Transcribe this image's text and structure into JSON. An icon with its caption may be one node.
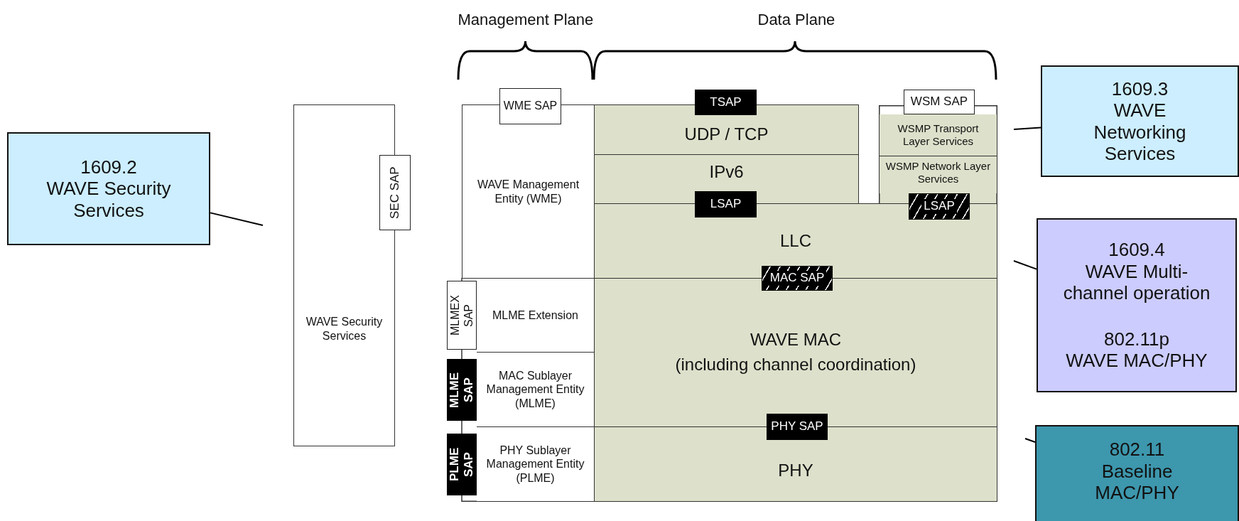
{
  "diagram": {
    "nodes": [
      {
        "text": [
          "1609.2",
          "WAVE Security Services"
        ]
      },
      {
        "text": [
          "WAVE Security Services"
        ]
      },
      {
        "text": [
          "SEC SAP"
        ]
      },
      {
        "text": [
          "WME SAP"
        ]
      },
      {
        "text": [
          "WAVE Management Entity (WME)"
        ]
      },
      {
        "text": [
          "TSAP"
        ]
      },
      {
        "text": [
          "UDP / TCP"
        ]
      },
      {
        "text": [
          "WSM SAP"
        ]
      },
      {
        "text": [
          "WSMP Transport Layer Services"
        ]
      },
      {
        "text": [
          "IPv6"
        ]
      },
      {
        "text": [
          "WSMP Network Layer Services"
        ]
      },
      {
        "text": [
          "LSAP"
        ]
      },
      {
        "text": [
          "LSAP"
        ]
      },
      {
        "text": [
          "LLC"
        ]
      },
      {
        "text": [
          "MAC SAP"
        ]
      },
      {
        "text": [
          "MLMEX SAP"
        ]
      },
      {
        "text": [
          "MLME Extension"
        ]
      },
      {
        "text": [
          "WAVE MAC",
          "(including channel coordination)"
        ]
      },
      {
        "text": [
          "MLME SAP"
        ]
      },
      {
        "text": [
          "MAC Sublayer Management Entity (MLME)"
        ]
      },
      {
        "text": [
          "PHY SAP"
        ]
      },
      {
        "text": [
          "PLME SAP"
        ]
      },
      {
        "text": [
          "PHY Sublayer Management Entity (PLME)"
        ]
      },
      {
        "text": [
          "PHY"
        ]
      },
      {
        "text": [
          "1609.3",
          "WAVE Networking Services"
        ]
      },
      {
        "text": [
          "1609.4",
          "WAVE Multi-channel operation",
          "802.11p",
          "WAVE MAC/PHY"
        ]
      },
      {
        "text": [
          "802.11",
          "Baseline MAC/PHY"
        ]
      }
    ],
    "edges": [
      {
        "from": 0,
        "to": null,
        "arrow": "none"
      },
      {
        "from": 24,
        "to": null,
        "arrow": "none"
      },
      {
        "from": 25,
        "to": null,
        "arrow": "none"
      },
      {
        "from": 26,
        "to": null,
        "arrow": "none"
      }
    ],
    "labels": [
      "Management Plane",
      "Data Plane"
    ]
  }
}
